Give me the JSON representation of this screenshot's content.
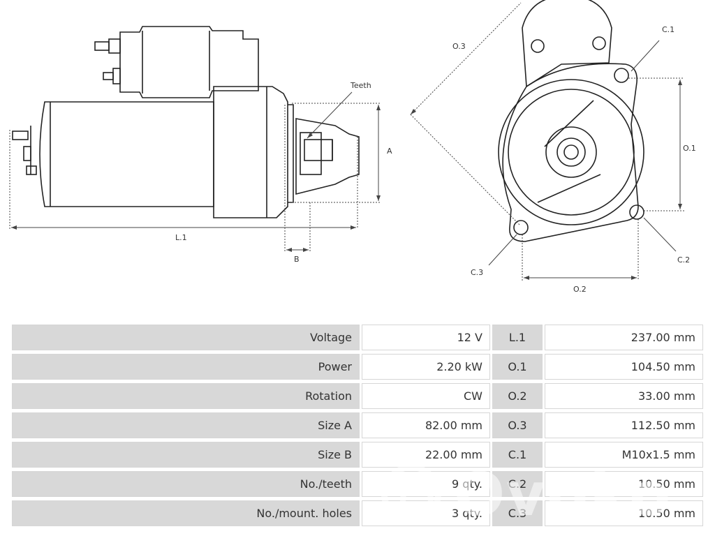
{
  "drawing": {
    "side_view_labels": {
      "teeth": "Teeth",
      "dim_a": "A",
      "dim_b": "B",
      "dim_l1": "L.1"
    },
    "front_view_labels": {
      "o3": "O.3",
      "c1": "C.1",
      "o1": "O.1",
      "c2": "C.2",
      "c3": "C.3",
      "o2": "O.2"
    }
  },
  "specs": [
    {
      "label": "Voltage",
      "value": "12 V",
      "dim": "L.1",
      "dim_value": "237.00 mm"
    },
    {
      "label": "Power",
      "value": "2.20 kW",
      "dim": "O.1",
      "dim_value": "104.50 mm"
    },
    {
      "label": "Rotation",
      "value": "CW",
      "dim": "O.2",
      "dim_value": "33.00 mm"
    },
    {
      "label": "Size A",
      "value": "82.00 mm",
      "dim": "O.3",
      "dim_value": "112.50 mm"
    },
    {
      "label": "Size B",
      "value": "22.00 mm",
      "dim": "C.1",
      "dim_value": "M10x1.5 mm"
    },
    {
      "label": "No./teeth",
      "value": "9 qty.",
      "dim": "C.2",
      "dim_value": "10.50 mm"
    },
    {
      "label": "No./mount. holes",
      "value": "3 qty.",
      "dim": "C.3",
      "dim_value": "10.50 mm"
    }
  ],
  "watermark": {
    "text": "Ovoko"
  }
}
